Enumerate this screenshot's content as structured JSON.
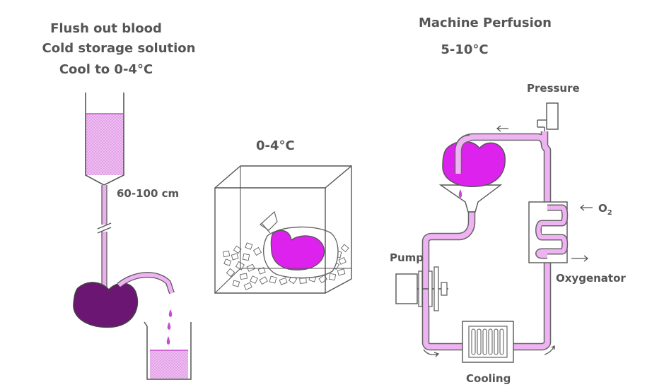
{
  "left_panel": {
    "title_line1": "Flush out blood",
    "title_line2": "Cold storage solution",
    "title_line3": "Cool to 0-4°C",
    "height_label": "60-100 cm"
  },
  "middle_panel": {
    "temperature_label": "0-4°C"
  },
  "right_panel": {
    "title": "Machine Perfusion",
    "temperature": "5-10°C",
    "pressure_label": "Pressure",
    "oxygen_label": "O",
    "oxygen_subscript": "2",
    "oxygenator_label": "Oxygenator",
    "pump_label": "Pump",
    "cooling_label": "Cooling"
  },
  "colors": {
    "solution": "#e79cf0",
    "organ_fresh": "#dd22ee",
    "organ_dark": "#6b1672",
    "tube": "#efb2f2",
    "line": "#555555",
    "text": "#555555"
  }
}
